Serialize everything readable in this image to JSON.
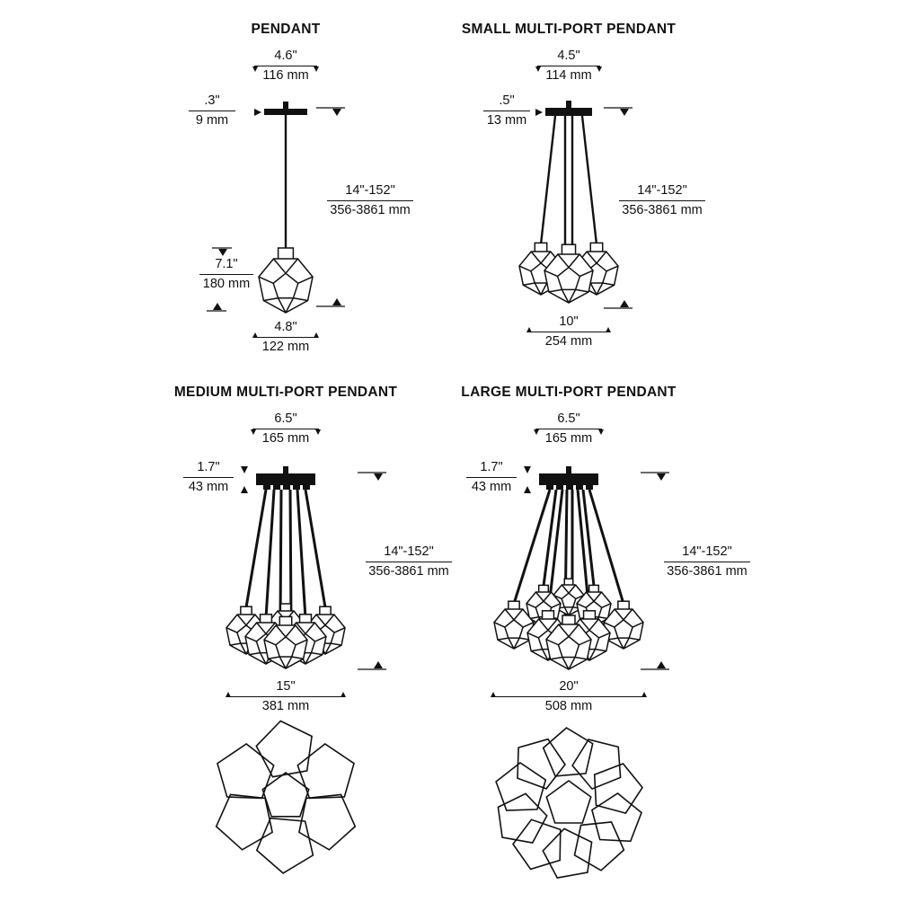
{
  "page": {
    "background": "#ffffff",
    "line_color": "#111111"
  },
  "figures": [
    {
      "title": "PENDANT",
      "dims": {
        "top_width": {
          "in": "4.6\"",
          "mm": "116 mm"
        },
        "canopy_height": {
          "in": ".3\"",
          "mm": "9 mm"
        },
        "drop": {
          "in": "14\"-152\"",
          "mm": "356-3861 mm"
        },
        "fixture_height": {
          "in": "7.1\"",
          "mm": "180 mm"
        },
        "bottom_width": {
          "in": "4.8\"",
          "mm": "122 mm"
        }
      }
    },
    {
      "title": "SMALL MULTI-PORT PENDANT",
      "dims": {
        "top_width": {
          "in": "4.5\"",
          "mm": "114 mm"
        },
        "canopy_height": {
          "in": ".5\"",
          "mm": "13 mm"
        },
        "drop": {
          "in": "14\"-152\"",
          "mm": "356-3861 mm"
        },
        "bottom_width": {
          "in": "10\"",
          "mm": "254 mm"
        }
      }
    },
    {
      "title": "MEDIUM MULTI-PORT PENDANT",
      "dims": {
        "top_width": {
          "in": "6.5\"",
          "mm": "165 mm"
        },
        "canopy_height": {
          "in": "1.7\"",
          "mm": "43 mm"
        },
        "drop": {
          "in": "14\"-152\"",
          "mm": "356-3861 mm"
        },
        "bottom_width": {
          "in": "15\"",
          "mm": "381 mm"
        }
      }
    },
    {
      "title": "LARGE MULTI-PORT PENDANT",
      "dims": {
        "top_width": {
          "in": "6.5\"",
          "mm": "165 mm"
        },
        "canopy_height": {
          "in": "1.7\"",
          "mm": "43 mm"
        },
        "drop": {
          "in": "14\"-152\"",
          "mm": "356-3861 mm"
        },
        "bottom_width": {
          "in": "20\"",
          "mm": "508 mm"
        }
      }
    }
  ]
}
